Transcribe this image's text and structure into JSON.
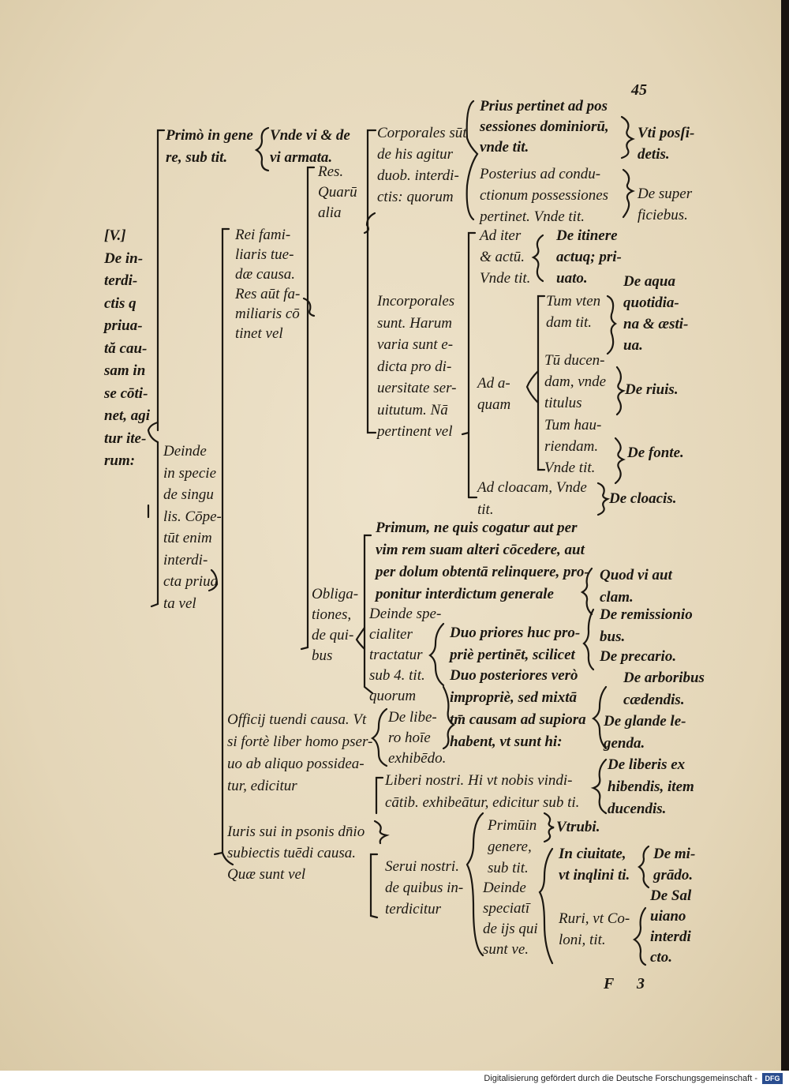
{
  "page_number": "45",
  "signature": "F 3",
  "footer": {
    "credit": "Digitalisierung gefördert durch die Deutsche Forschungsgemeinschaft -",
    "logo": "DFG"
  },
  "root": "[V.]\nDe in-\nterdi-\nctis q\npriua-\ntă cau-\nsam in\nse cōti-\nnet, agi\ntur ite-\nrum:",
  "primo": {
    "label": "Primò in gene\nre, sub tit.",
    "title": "Vnde vi & de\nvi armata."
  },
  "deinde": "Deinde\nin specie\nde singu\nlis. Cōpe-\ntūt enim\ninterdi-\ncta priua\nta vel",
  "rei": "Rei fami-\nliaris tue-\ndæ causa.\nRes aūt fa-\nmiliaris cō\ntinet vel",
  "res": "Res.\nQuarū\nalia",
  "corporales": {
    "label": "Corporales sūt\nde his agitur\nduob. interdi-\nctis: quorum",
    "prius": "Prius pertinet ad pos\nsessiones dominiorū,\nvnde tit.",
    "prius_title": "Vti posſi-\ndetis.",
    "posterius": "Posterius ad condu-\nctionum possessiones\npertinet. Vnde tit.",
    "posterius_title": "De super\nficiebus."
  },
  "incorporales": {
    "label": "Incorporales\nsunt. Harum\nvaria sunt e-\ndicta pro di-\nuersitate ser-\nuitutum. Nā\npertinent vel",
    "iter": "Ad iter\n& actū.\nVnde tit.",
    "iter_title": "De itinere\nactuq; pri-\nuato.",
    "aquam": "Ad a-\nquam",
    "vtendam": "Tum vten\ndam tit.",
    "vtendam_title": "De aqua\nquotidia-\nna & æsti-\nua.",
    "ducendam": "Tū ducen-\ndam, vnde\ntitulus",
    "ducendam_title": "De riuis.",
    "hauriendam": "Tum hau-\nriendam.\nVnde tit.",
    "hauriendam_title": "De fonte.",
    "cloacam": "Ad cloacam, Vnde\ntit.",
    "cloacam_title": "De cloacis."
  },
  "obligationes": {
    "label": "Obliga-\ntiones,\nde qui-\nbus",
    "primum": "Primum, ne quis cogatur aut per\nvim rem suam alteri cōcedere, aut\nper dolum obtentā relinquere, pro-\nponitur interdictum generale",
    "primum_title": "Quod vi aut\nclam.",
    "deinde": "Deinde spe-\ncialiter\ntractatur\nsub 4. tit.\nquorum",
    "duo_priores": "Duo priores huc pro-\npriè pertinēt, scilicet",
    "priores_1": "De remissionio\nbus.",
    "priores_2": "De precario.",
    "duo_posteriores": "Duo posteriores verò\nimpropriè, sed mixtā\ntm̄ causam ad supiora\nhabent, vt sunt hi:",
    "posteriores_1": "De arboribus\ncædendis.",
    "posteriores_2": "De glande le-\ngenda."
  },
  "officij": {
    "label": "Officij tuendi causa. Vt\nsi fortè liber homo pser-\nuo ab aliquo possidea-\ntur, edicitur",
    "libero": "De libe-\nro hoīe\nexhibēdo.",
    "liberi": "Liberi nostri. Hi vt nobis vindi-\ncātib. exhibeātur, edicitur sub ti.",
    "liberi_title": "De liberis ex\nhibendis, item\nducendis."
  },
  "iuris": {
    "label": "Iuris sui in psonis dn̄io\nsubiectis tuēdi causa.\nQuæ sunt vel",
    "serui": "Serui nostri.\nde quibus in-\nterdicitur",
    "primum": "Primūin\ngenere,\nsub tit.",
    "primum_title": "Vtrubi.",
    "deinde": "Deinde\nspeciatī\nde ijs qui\nsunt ve.",
    "ciuitate": "In ciuitate,\nvt inqlini ti.",
    "ciuitate_title": "De mi-\ngrādo.",
    "ruri": "Ruri, vt Co-\nloni, tit.",
    "ruri_title": "De Sal\nuiano\ninterdi\ncto."
  }
}
